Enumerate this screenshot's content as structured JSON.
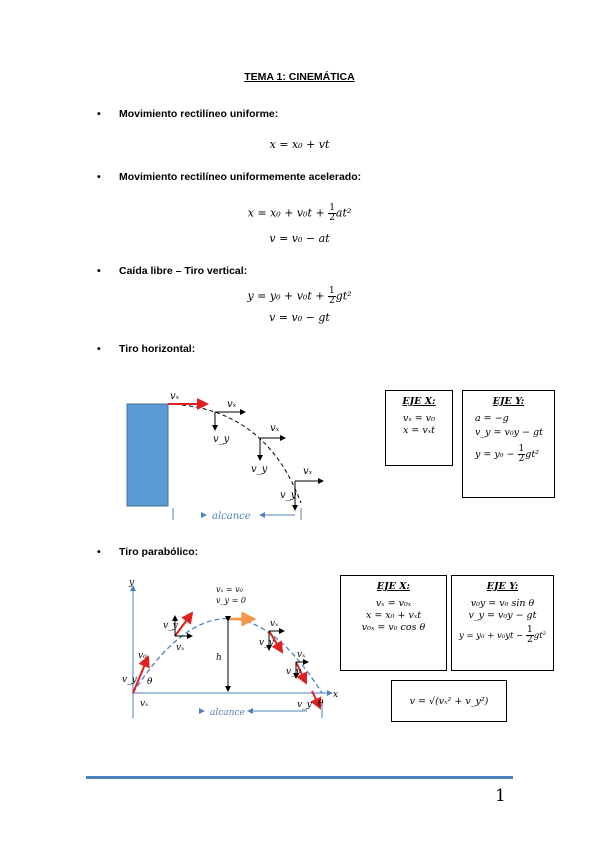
{
  "title": "TEMA 1: CINEMÁTICA",
  "sections": [
    {
      "bullet": "•",
      "label": "Movimiento rectilíneo uniforme:"
    },
    {
      "bullet": "•",
      "label": "Movimiento rectilíneo uniformemente acelerado:"
    },
    {
      "bullet": "•",
      "label": "Caída libre – Tiro vertical:"
    },
    {
      "bullet": "•",
      "label": "Tiro horizontal:"
    },
    {
      "bullet": "•",
      "label": "Tiro parabólico:"
    }
  ],
  "eq_mru": "x = x₀ + vt",
  "eq_mrua_1a": "x = x₀ + v₀t + ",
  "eq_mrua_1b": "at²",
  "eq_mrua_2": "v = v₀ − at",
  "eq_caida_1a": "y = y₀ + v₀t + ",
  "eq_caida_1b": "gt²",
  "eq_caida_2": "v = v₀ − gt",
  "frac_num": "1",
  "frac_den": "2",
  "horiz_box_x": {
    "header": "EJE X:",
    "lines": [
      "vₓ = v₀",
      "x = vₓt"
    ]
  },
  "horiz_box_y": {
    "header": "EJE Y:",
    "lines": [
      "a = −g",
      "v_y = v₀y − gt",
      "y = y₀ − "
    ],
    "tail": "gt²"
  },
  "parab_box_x": {
    "header": "EJE X:",
    "lines": [
      "vₓ = v₀ₓ",
      "x = x₀ + vₓt",
      "v₀ₓ = v₀ cos θ"
    ]
  },
  "parab_box_y": {
    "header": "EJE Y:",
    "lines": [
      "v₀y = v₀ sin θ",
      "v_y = v₀y − gt",
      "y = y₀ + v₀yt − "
    ],
    "tail": "gt²"
  },
  "speed_formula": "v = √(vₓ² + v_y²)",
  "diagram_horiz": {
    "labels": {
      "vx": "vₓ",
      "vy": "v_y",
      "alcance": "alcance"
    }
  },
  "diagram_parab": {
    "labels": {
      "y_axis": "y",
      "x_axis": "x",
      "v0": "v₀",
      "vx": "vₓ",
      "vy": "v_y",
      "theta": "θ",
      "h": "h",
      "top1": "vₓ = v₀",
      "top2": "v_y = 0",
      "alcance": "alcance"
    }
  },
  "page_number": "1",
  "colors": {
    "building": "#5b9bd5",
    "arrow_red": "#e02020",
    "arrow_orange": "#f79646",
    "dashed": "#4f81bd",
    "rule": "#4f81bd"
  }
}
